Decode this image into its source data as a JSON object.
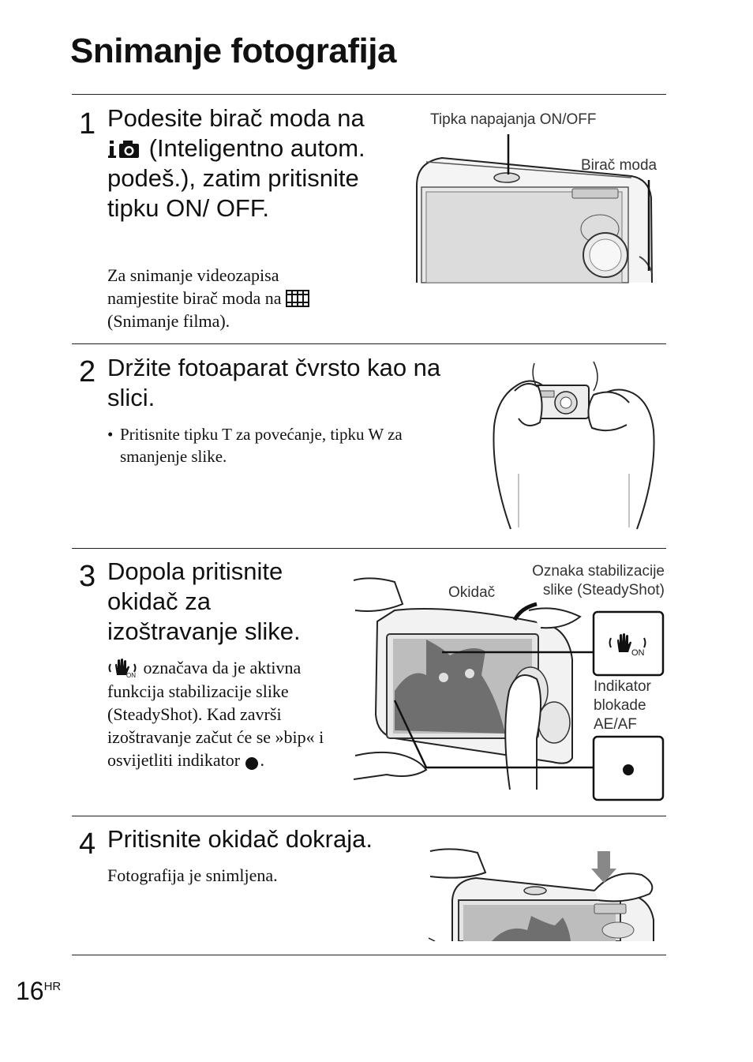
{
  "title": "Snimanje fotografija",
  "steps": [
    {
      "number": "1",
      "heading_pre": "Podesite birač moda na",
      "heading_post": "(Inteligentno autom. podeš.), zatim pritisnite tipku ON/ OFF.",
      "body_pre": "Za snimanje videozapisa namjestite birač moda na",
      "body_post": "(Snimanje filma).",
      "labels": {
        "power_button": "Tipka napajanja ON/OFF",
        "mode_dial": "Birač moda"
      }
    },
    {
      "number": "2",
      "heading": "Držite fotoaparat čvrsto kao na slici.",
      "bullet": "Pritisnite tipku T za povećanje, tipku W za smanjenje slike."
    },
    {
      "number": "3",
      "heading": "Dopola pritisnite okidač za izoštravanje slike.",
      "body_mid": "označava da je aktivna funkcija stabilizacije slike (SteadyShot). Kad završi izoštravanje začut će se »bip« i osvijetliti indikator",
      "body_end": ".",
      "labels": {
        "shutter": "Okidač",
        "steadyshot_line1": "Oznaka stabilizacije",
        "steadyshot_line2": "slike (SteadyShot)",
        "af_line1": "Indikator",
        "af_line2": "blokade",
        "af_line3": "AE/AF"
      }
    },
    {
      "number": "4",
      "heading": "Pritisnite okidač dokraja.",
      "body": "Fotografija je snimljena."
    }
  ],
  "footer": {
    "page": "16",
    "lang": "HR"
  }
}
